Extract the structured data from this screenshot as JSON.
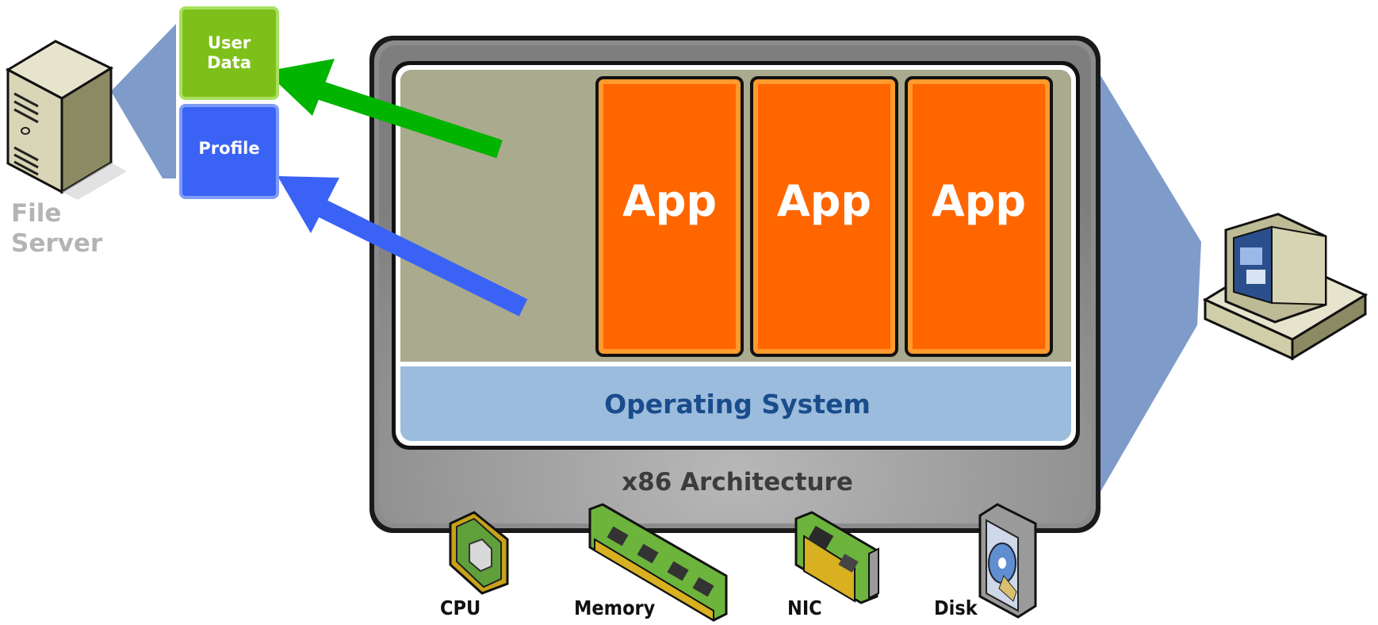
{
  "file_server": {
    "label": "File\nServer",
    "icon": "server-tower-icon"
  },
  "user_data": {
    "label": "User\nData",
    "color": "#7ec01a"
  },
  "profile": {
    "label": "Profile",
    "color": "#3a63f5"
  },
  "arrows": [
    {
      "name": "green-arrow",
      "color": "#00b400"
    },
    {
      "name": "blue-arrow",
      "color": "#3a63f5"
    }
  ],
  "apps": [
    {
      "label": "App"
    },
    {
      "label": "App"
    },
    {
      "label": "App"
    }
  ],
  "os": {
    "label": "Operating System"
  },
  "architecture": {
    "label": "x86 Architecture"
  },
  "hardware": [
    {
      "label": "CPU",
      "icon": "cpu-chip-icon"
    },
    {
      "label": "Memory",
      "icon": "memory-module-icon"
    },
    {
      "label": "NIC",
      "icon": "network-card-icon"
    },
    {
      "label": "Disk",
      "icon": "hard-disk-icon"
    }
  ],
  "client": {
    "icon": "desktop-computer-icon"
  }
}
